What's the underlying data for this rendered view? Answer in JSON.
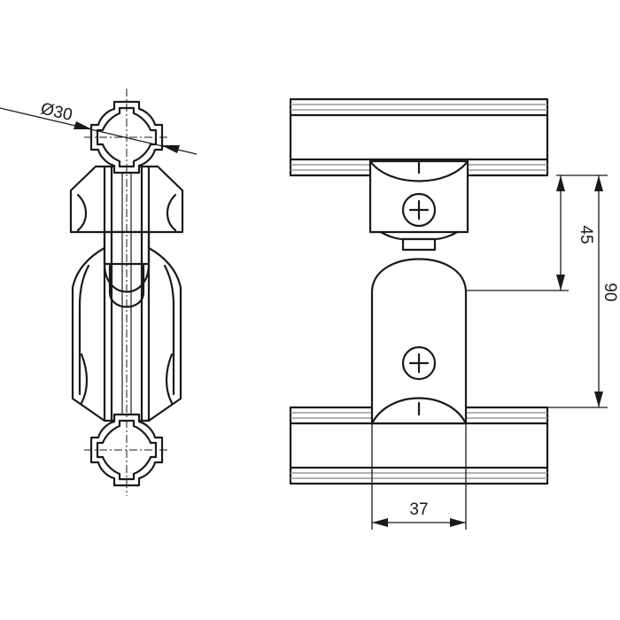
{
  "dimensions": {
    "diameter": "Ø30",
    "height_small": "45",
    "height_total": "90",
    "width": "37"
  }
}
